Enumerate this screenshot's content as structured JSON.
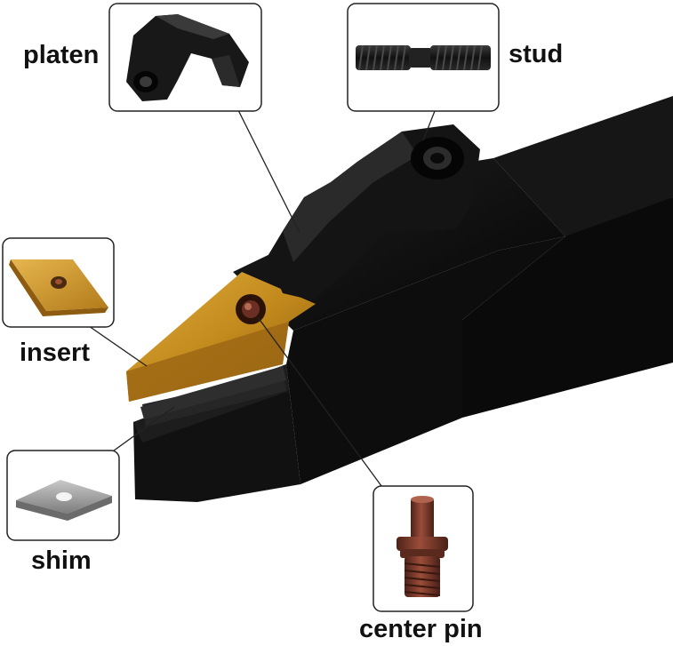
{
  "labels": {
    "platen": "platen",
    "stud": "stud",
    "insert": "insert",
    "shim": "shim",
    "center_pin": "center pin"
  },
  "colors": {
    "body_black": "#0c0c0c",
    "insert_gold": "#c8901e",
    "shim_gray": "#9a9a9a",
    "pin_bronze": "#7a3a2c",
    "callout_border": "#222222",
    "leader_line": "#222222",
    "text": "#111111"
  },
  "icons": [
    "platen-clamp-icon",
    "stud-screw-icon",
    "insert-diamond-icon",
    "shim-plate-icon",
    "center-pin-icon",
    "tool-holder-illustration"
  ]
}
